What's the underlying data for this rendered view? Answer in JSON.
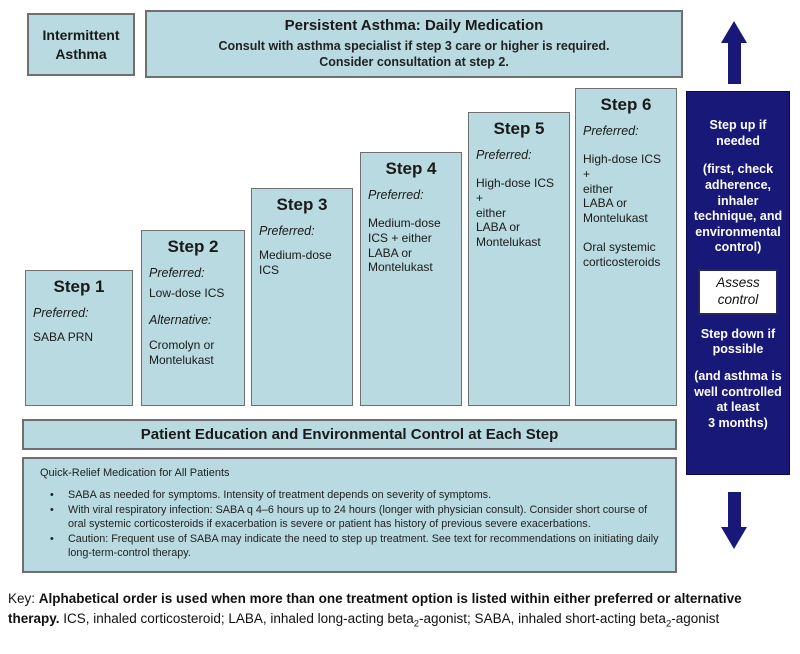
{
  "colors": {
    "box_fill": "#b8dae0",
    "box_border": "#6f6f6f",
    "navy": "#181878",
    "text": "#1a1a1a"
  },
  "intermittent": {
    "label": "Intermittent\nAsthma"
  },
  "persistent_header": {
    "title": "Persistent Asthma: Daily Medication",
    "line1": "Consult with asthma specialist if step 3 care or higher is required.",
    "line2": "Consider consultation at step 2."
  },
  "steps": [
    {
      "title": "Step 1",
      "preferred_label": "Preferred:",
      "preferred_text": "SABA PRN"
    },
    {
      "title": "Step 2",
      "preferred_label": "Preferred:",
      "preferred_text": "Low-dose ICS",
      "alternative_label": "Alternative:",
      "alternative_text": "Cromolyn or\nMontelukast"
    },
    {
      "title": "Step 3",
      "preferred_label": "Preferred:",
      "preferred_text": "Medium-dose\nICS"
    },
    {
      "title": "Step 4",
      "preferred_label": "Preferred:",
      "preferred_text": "Medium-dose\nICS + either\nLABA or\nMontelukast"
    },
    {
      "title": "Step 5",
      "preferred_label": "Preferred:",
      "preferred_text": "High-dose ICS +\neither\nLABA or\nMontelukast"
    },
    {
      "title": "Step 6",
      "preferred_label": "Preferred:",
      "preferred_text": "High-dose ICS +\neither\nLABA or\nMontelukast",
      "extra_text": "Oral systemic\ncorticosteroids"
    }
  ],
  "education_bar": {
    "label": "Patient Education and Environmental Control at Each Step"
  },
  "quick_relief": {
    "title": "Quick-Relief Medication for All Patients",
    "bullets": [
      "SABA as needed for symptoms.  Intensity of treatment depends on severity of symptoms.",
      "With viral respiratory infection:  SABA q 4–6 hours up to 24 hours (longer with physician consult).  Consider short course of oral systemic corticosteroids if exacerbation is severe or patient has history of previous severe exacerbations.",
      "Caution:  Frequent use of SABA may indicate the need to step up treatment.  See text for recommendations on initiating daily long-term-control therapy."
    ]
  },
  "side_panel": {
    "step_up": "Step up if\nneeded",
    "step_up_note": "(first, check\nadherence,\ninhaler\ntechnique, and\nenvironmental\ncontrol)",
    "assess": "Assess\ncontrol",
    "step_down": "Step down if\npossible",
    "step_down_note": "(and asthma is\nwell controlled\nat least\n3 months)"
  },
  "key": {
    "prefix": "Key: ",
    "bold": " Alphabetical order is used when more than one treatment option is listed within either preferred or alternative therapy. ",
    "rest_1": " ICS, inhaled corticosteroid; LABA, inhaled long-acting beta",
    "sub1": "2",
    "rest_2": "-agonist; SABA, inhaled short-acting beta",
    "sub2": "2",
    "rest_3": "-agonist"
  }
}
